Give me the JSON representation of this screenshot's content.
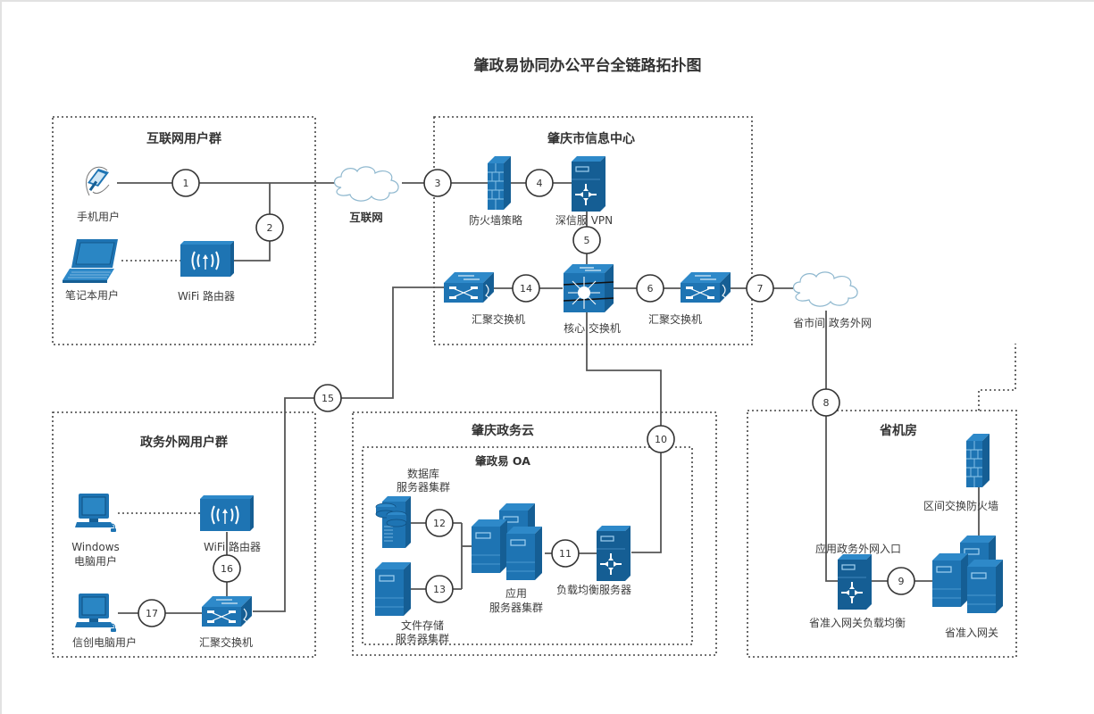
{
  "title": "肇政易协同办公平台全链路拓扑图",
  "colors": {
    "device_blue": "#1e74b3",
    "line": "#555555",
    "zone_border": "#444444"
  },
  "zones": {
    "internet_users": {
      "title": "互联网用户群"
    },
    "info_center": {
      "title": "肇庆市信息中心"
    },
    "gov_ext_users": {
      "title": "政务外网用户群"
    },
    "gov_cloud": {
      "title": "肇庆政务云",
      "inner_title": "肇政易 OA"
    },
    "province_room": {
      "title": "省机房"
    }
  },
  "devices": {
    "mobile_user": {
      "label": "手机用户",
      "icon": "handheld-icon"
    },
    "laptop_user": {
      "label": "笔记本用户",
      "icon": "laptop-icon"
    },
    "wifi_router_1": {
      "label": "WiFi 路由器",
      "icon": "wireless-router-icon"
    },
    "internet_cloud": {
      "label": "互联网",
      "icon": "cloud-icon"
    },
    "firewall": {
      "label": "防火墙策略",
      "icon": "firewall-icon"
    },
    "vpn": {
      "label": "深信服 VPN",
      "icon": "vpn-server-icon"
    },
    "core_switch": {
      "label": "核心 交换机",
      "icon": "core-switch-icon"
    },
    "agg_switch_left": {
      "label": "汇聚交换机",
      "icon": "switch-icon"
    },
    "agg_switch_right": {
      "label": "汇聚交换机",
      "icon": "switch-icon"
    },
    "gov_ext_cloud": {
      "label": "省市间 政务外网",
      "icon": "cloud-icon"
    },
    "windows_pc": {
      "label_line1": "Windows",
      "label_line2": "电脑用户",
      "icon": "pc-icon"
    },
    "xinchuang_pc": {
      "label": "信创电脑用户",
      "icon": "pc-icon"
    },
    "wifi_router_2": {
      "label": "WiFi 路由器",
      "icon": "wireless-router-icon"
    },
    "agg_switch_bottom": {
      "label": "汇聚交换机",
      "icon": "switch-icon"
    },
    "db_cluster": {
      "label_line1": "数据库",
      "label_line2": "服务器集群",
      "icon": "database-server-icon"
    },
    "file_cluster": {
      "label_line1": "文件存储",
      "label_line2": "服务器集群",
      "icon": "file-server-icon"
    },
    "app_cluster": {
      "label_line1": "应用",
      "label_line2": "服务器集群",
      "icon": "server-cluster-icon"
    },
    "lb_server": {
      "label": "负载均衡服务器",
      "icon": "load-balancer-icon"
    },
    "zone_firewall": {
      "label": "区间交换防火墙",
      "icon": "firewall-icon"
    },
    "entry_label": {
      "label": "应用政务外网入口"
    },
    "gateway_lb": {
      "label": "省准入网关负载均衡",
      "icon": "load-balancer-icon"
    },
    "gateway": {
      "label": "省准入网关",
      "icon": "server-cluster-icon"
    }
  },
  "links": [
    "1",
    "2",
    "3",
    "4",
    "5",
    "6",
    "7",
    "8",
    "9",
    "10",
    "11",
    "12",
    "13",
    "14",
    "15",
    "16",
    "17"
  ]
}
